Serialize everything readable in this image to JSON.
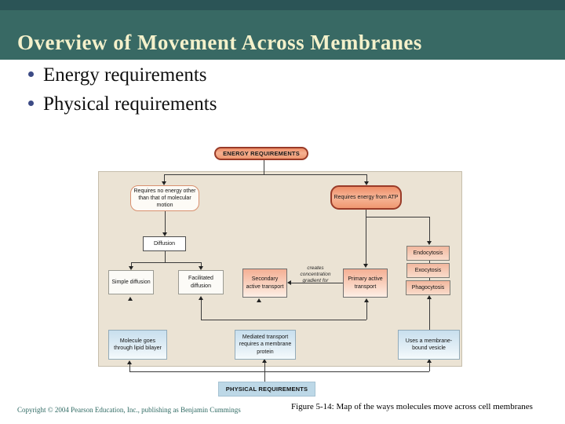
{
  "slide": {
    "title": "Overview of Movement Across Membranes",
    "bullets": [
      "Energy requirements",
      "Physical requirements"
    ]
  },
  "diagram": {
    "energy_header": "ENERGY REQUIREMENTS",
    "physical_header": "PHYSICAL REQUIREMENTS",
    "no_energy": "Requires no energy other than that of molecular motion",
    "atp_energy": "Requires energy from ATP",
    "diffusion": "Diffusion",
    "simple_diffusion": "Simple diffusion",
    "facilitated_diffusion": "Facilitated diffusion",
    "secondary_active": "Secondary active transport",
    "primary_active": "Primary active transport",
    "gradient_note": "creates concentration gradient for",
    "endocytosis": "Endocytosis",
    "exocytosis": "Exocytosis",
    "phagocytosis": "Phagocytosis",
    "lipid_bilayer": "Molecule goes through lipid bilayer",
    "mediated_transport": "Mediated transport requires a membrane protein",
    "vesicle": "Uses a membrane-bound vesicle"
  },
  "footer": {
    "copyright": "Copyright © 2004 Pearson Education, Inc., publishing as Benjamin Cummings",
    "caption": "Figure 5-14: Map of the ways molecules move across cell membranes"
  },
  "colors": {
    "banner_teal": "#386964",
    "top_strip_teal": "#2b5456",
    "title_cream": "#f4f1cb",
    "panel_beige": "#ebe3d4",
    "salmon_fill": "#f1a07c",
    "salmon_border": "#993b28",
    "light_blue": "#c8dfee",
    "phys_blue": "#bdd8e7",
    "copyright_teal": "#2f6a63"
  }
}
